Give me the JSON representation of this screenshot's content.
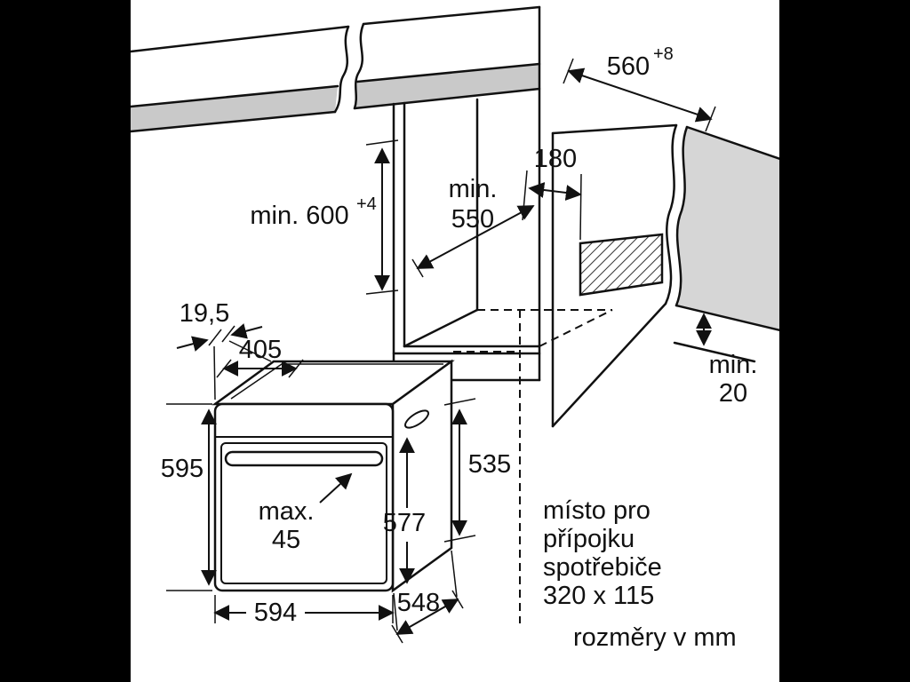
{
  "colors": {
    "background": "#000000",
    "paper": "#ffffff",
    "line": "#111111",
    "countertop_fill": "#c9c9c9",
    "panel_fill": "#d6d6d6"
  },
  "dims": {
    "d560": {
      "value": "560",
      "sup": "+8"
    },
    "d600": {
      "value": "min. 600",
      "sup": "+4"
    },
    "d180": "180",
    "d550a": "min.",
    "d550b": "550",
    "d20a": "min.",
    "d20b": "20",
    "d195": "19,5",
    "d405": "405",
    "d595": "595",
    "d535": "535",
    "d577": "577",
    "d45a": "max.",
    "d45b": "45",
    "d594": "594",
    "d548": "548"
  },
  "notes": {
    "connection_line1": "místo pro",
    "connection_line2": "přípojku",
    "connection_line3": "spotřebiče",
    "connection_line4": "320 x 115",
    "units": "rozměry v mm"
  }
}
